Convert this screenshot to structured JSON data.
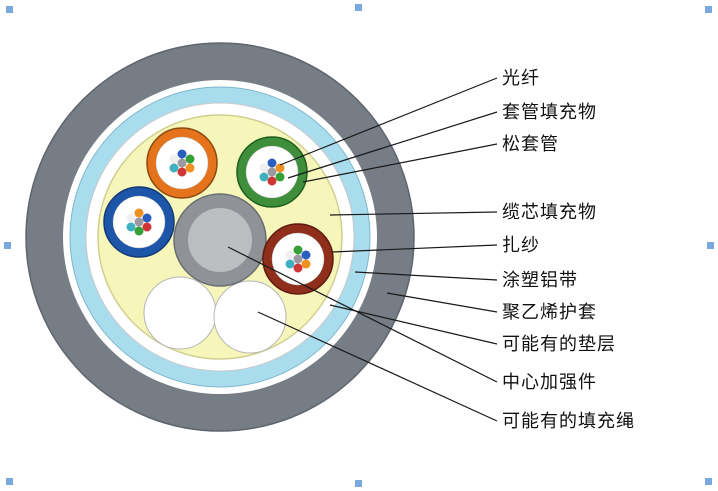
{
  "diagram": {
    "labels": [
      {
        "text": "光纤"
      },
      {
        "text": "套管填充物"
      },
      {
        "text": "松套管"
      },
      {
        "text": "缆芯填充物"
      },
      {
        "text": "扎纱"
      },
      {
        "text": "涂塑铝带"
      },
      {
        "text": "聚乙烯护套"
      },
      {
        "text": "可能有的垫层"
      },
      {
        "text": "中心加强件"
      },
      {
        "text": "可能有的填充绳"
      }
    ],
    "colors": {
      "sheath": "#777d85",
      "sheath_stroke": "#5f656d",
      "aluminum_tape": "#a9ddee",
      "cushion_white": "#ffffff",
      "core_filler": "#f6f6bb",
      "strength_outer": "#8f9297",
      "strength_inner": "#bcbec1",
      "tube_orange": "#e4731c",
      "tube_green": "#3e8e3b",
      "tube_blue": "#1d55a8",
      "tube_red": "#8e2e1b",
      "leader_line": "#1a1a1a",
      "selection_handle": "#7aa9e0",
      "fibers": [
        "#2a5fc0",
        "#35a035",
        "#f09020",
        "#d03535",
        "#3fb0c0",
        "#efefef",
        "#9a9aa0"
      ]
    }
  }
}
